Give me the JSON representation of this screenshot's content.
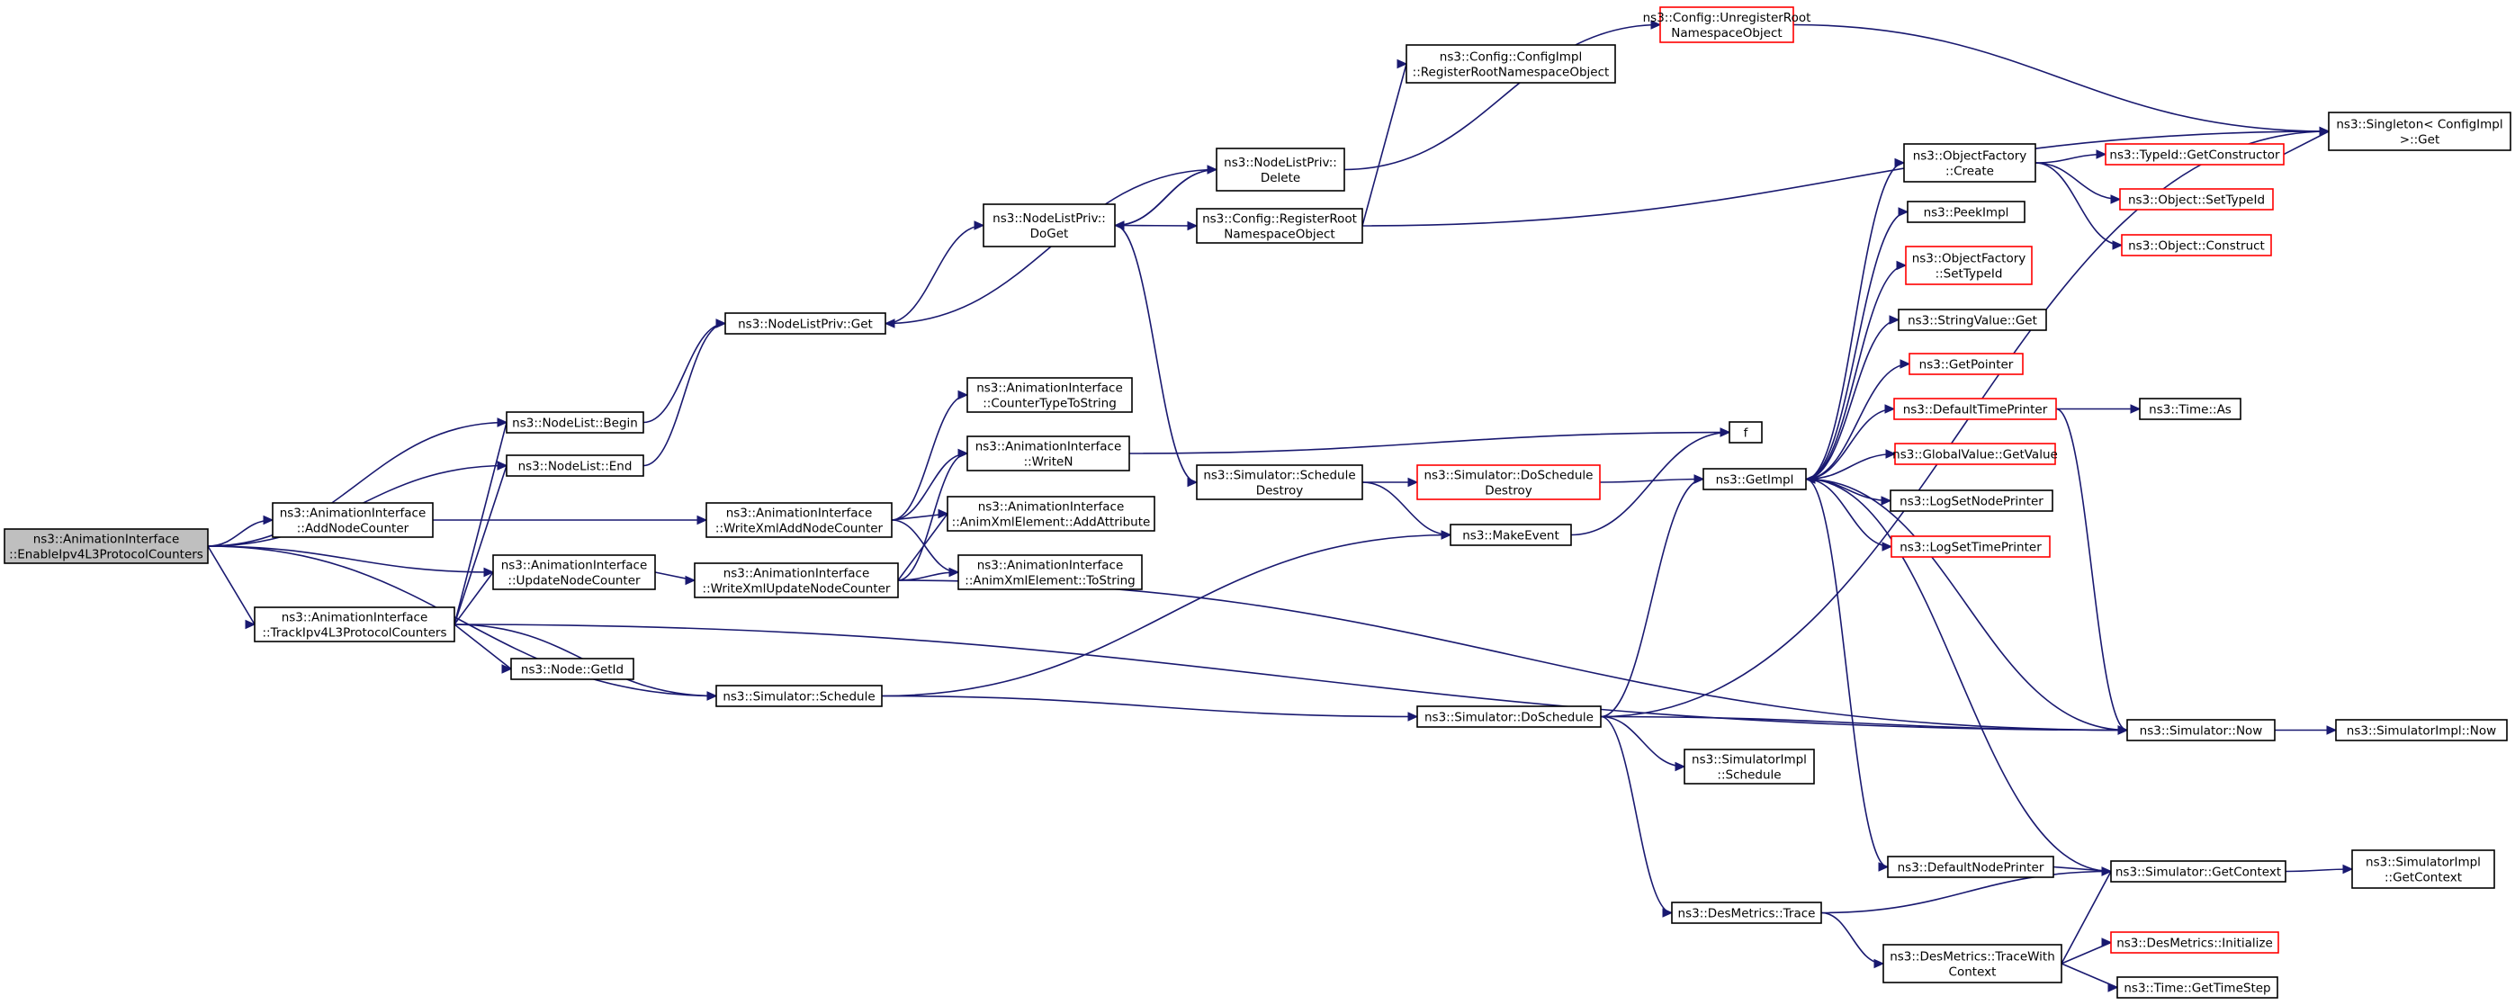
{
  "nodes": [
    {
      "id": "root",
      "lines": [
        "ns3::AnimationInterface",
        "::EnableIpv4L3ProtocolCounters"
      ],
      "style": "root"
    },
    {
      "id": "addNodeCounter",
      "lines": [
        "ns3::AnimationInterface",
        "::AddNodeCounter"
      ]
    },
    {
      "id": "nodeListBegin",
      "lines": [
        "ns3::NodeList::Begin"
      ]
    },
    {
      "id": "nodeListEnd",
      "lines": [
        "ns3::NodeList::End"
      ]
    },
    {
      "id": "updateNodeCounter",
      "lines": [
        "ns3::AnimationInterface",
        "::UpdateNodeCounter"
      ]
    },
    {
      "id": "trackIpv4",
      "lines": [
        "ns3::AnimationInterface",
        "::TrackIpv4L3ProtocolCounters"
      ]
    },
    {
      "id": "nodeGetId",
      "lines": [
        "ns3::Node::GetId"
      ]
    },
    {
      "id": "simSchedule",
      "lines": [
        "ns3::Simulator::Schedule"
      ]
    },
    {
      "id": "writeXmlAdd",
      "lines": [
        "ns3::AnimationInterface",
        "::WriteXmlAddNodeCounter"
      ]
    },
    {
      "id": "writeXmlUpdate",
      "lines": [
        "ns3::AnimationInterface",
        "::WriteXmlUpdateNodeCounter"
      ]
    },
    {
      "id": "nodeListPrivGet",
      "lines": [
        "ns3::NodeListPriv::Get"
      ]
    },
    {
      "id": "counterTypeToString",
      "lines": [
        "ns3::AnimationInterface",
        "::CounterTypeToString"
      ]
    },
    {
      "id": "writeN",
      "lines": [
        "ns3::AnimationInterface",
        "::WriteN"
      ]
    },
    {
      "id": "addAttribute",
      "lines": [
        "ns3::AnimationInterface",
        "::AnimXmlElement::AddAttribute"
      ]
    },
    {
      "id": "toString",
      "lines": [
        "ns3::AnimationInterface",
        "::AnimXmlElement::ToString"
      ]
    },
    {
      "id": "nodeListPrivDoGet",
      "lines": [
        "ns3::NodeListPriv::",
        "DoGet"
      ]
    },
    {
      "id": "nodeListPrivDelete",
      "lines": [
        "ns3::NodeListPriv::",
        "Delete"
      ]
    },
    {
      "id": "configRegister",
      "lines": [
        "ns3::Config::RegisterRoot",
        "NamespaceObject"
      ]
    },
    {
      "id": "configImplRegister",
      "lines": [
        "ns3::Config::ConfigImpl",
        "::RegisterRootNamespaceObject"
      ]
    },
    {
      "id": "configUnregister",
      "lines": [
        "ns3::Config::UnregisterRoot",
        "NamespaceObject"
      ],
      "style": "trunc"
    },
    {
      "id": "simScheduleDestroy",
      "lines": [
        "ns3::Simulator::Schedule",
        "Destroy"
      ]
    },
    {
      "id": "simDoScheduleDestroy",
      "lines": [
        "ns3::Simulator::DoSchedule",
        "Destroy"
      ],
      "style": "trunc"
    },
    {
      "id": "makeEvent",
      "lines": [
        "ns3::MakeEvent"
      ]
    },
    {
      "id": "f",
      "lines": [
        "f"
      ]
    },
    {
      "id": "getImpl",
      "lines": [
        "ns3::GetImpl"
      ]
    },
    {
      "id": "simDoSchedule",
      "lines": [
        "ns3::Simulator::DoSchedule"
      ]
    },
    {
      "id": "simImplSchedule",
      "lines": [
        "ns3::SimulatorImpl",
        "::Schedule"
      ]
    },
    {
      "id": "desTrace",
      "lines": [
        "ns3::DesMetrics::Trace"
      ]
    },
    {
      "id": "objFactoryCreate",
      "lines": [
        "ns3::ObjectFactory",
        "::Create"
      ]
    },
    {
      "id": "peekImpl",
      "lines": [
        "ns3::PeekImpl"
      ]
    },
    {
      "id": "objFactorySetTypeId",
      "lines": [
        "ns3::ObjectFactory",
        "::SetTypeId"
      ],
      "style": "trunc"
    },
    {
      "id": "stringValueGet",
      "lines": [
        "ns3::StringValue::Get"
      ]
    },
    {
      "id": "getPointer",
      "lines": [
        "ns3::GetPointer"
      ],
      "style": "trunc"
    },
    {
      "id": "defaultTimePrinter",
      "lines": [
        "ns3::DefaultTimePrinter"
      ],
      "style": "trunc"
    },
    {
      "id": "globalValueGetValue",
      "lines": [
        "ns3::GlobalValue::GetValue"
      ],
      "style": "trunc"
    },
    {
      "id": "logSetNodePrinter",
      "lines": [
        "ns3::LogSetNodePrinter"
      ]
    },
    {
      "id": "logSetTimePrinter",
      "lines": [
        "ns3::LogSetTimePrinter"
      ],
      "style": "trunc"
    },
    {
      "id": "defaultNodePrinter",
      "lines": [
        "ns3::DefaultNodePrinter"
      ]
    },
    {
      "id": "desTraceWithContext",
      "lines": [
        "ns3::DesMetrics::TraceWith",
        "Context"
      ]
    },
    {
      "id": "typeIdGetConstructor",
      "lines": [
        "ns3::TypeId::GetConstructor"
      ],
      "style": "trunc"
    },
    {
      "id": "objectSetTypeId",
      "lines": [
        "ns3::Object::SetTypeId"
      ],
      "style": "trunc"
    },
    {
      "id": "objectConstruct",
      "lines": [
        "ns3::Object::Construct"
      ],
      "style": "trunc"
    },
    {
      "id": "timeAs",
      "lines": [
        "ns3::Time::As"
      ]
    },
    {
      "id": "singletonGet",
      "lines": [
        "ns3::Singleton< ConfigImpl",
        " >::Get"
      ]
    },
    {
      "id": "simNow",
      "lines": [
        "ns3::Simulator::Now"
      ]
    },
    {
      "id": "simImplNow",
      "lines": [
        "ns3::SimulatorImpl::Now"
      ]
    },
    {
      "id": "simGetContext",
      "lines": [
        "ns3::Simulator::GetContext"
      ]
    },
    {
      "id": "simImplGetContext",
      "lines": [
        "ns3::SimulatorImpl",
        "::GetContext"
      ]
    },
    {
      "id": "desInitialize",
      "lines": [
        "ns3::DesMetrics::Initialize"
      ],
      "style": "trunc"
    },
    {
      "id": "timeGetTimeStep",
      "lines": [
        "ns3::Time::GetTimeStep"
      ]
    }
  ],
  "edges": [
    [
      "root",
      "nodeListBegin"
    ],
    [
      "root",
      "nodeListEnd"
    ],
    [
      "root",
      "addNodeCounter"
    ],
    [
      "root",
      "updateNodeCounter"
    ],
    [
      "root",
      "trackIpv4"
    ],
    [
      "root",
      "simSchedule"
    ],
    [
      "addNodeCounter",
      "writeXmlAdd"
    ],
    [
      "nodeListBegin",
      "nodeListPrivGet"
    ],
    [
      "nodeListEnd",
      "nodeListPrivGet"
    ],
    [
      "trackIpv4",
      "nodeListBegin"
    ],
    [
      "trackIpv4",
      "nodeListEnd"
    ],
    [
      "trackIpv4",
      "updateNodeCounter"
    ],
    [
      "trackIpv4",
      "nodeGetId"
    ],
    [
      "trackIpv4",
      "simSchedule"
    ],
    [
      "trackIpv4",
      "simNow"
    ],
    [
      "updateNodeCounter",
      "writeXmlUpdate"
    ],
    [
      "writeXmlAdd",
      "counterTypeToString"
    ],
    [
      "writeXmlAdd",
      "writeN"
    ],
    [
      "writeXmlAdd",
      "addAttribute"
    ],
    [
      "writeXmlAdd",
      "toString"
    ],
    [
      "writeXmlUpdate",
      "writeN"
    ],
    [
      "writeXmlUpdate",
      "addAttribute"
    ],
    [
      "writeXmlUpdate",
      "toString"
    ],
    [
      "writeXmlUpdate",
      "simNow"
    ],
    [
      "writeN",
      "f"
    ],
    [
      "nodeListPrivGet",
      "nodeListPrivDoGet"
    ],
    [
      "nodeListPrivDoGet",
      "nodeListPrivDelete"
    ],
    [
      "nodeListPrivDoGet",
      "configRegister"
    ],
    [
      "nodeListPrivDoGet",
      "simScheduleDestroy"
    ],
    [
      "nodeListPrivDelete",
      "nodeListPrivGet"
    ],
    [
      "nodeListPrivDelete",
      "nodeListPrivDoGet"
    ],
    [
      "nodeListPrivDelete",
      "configUnregister"
    ],
    [
      "configRegister",
      "configImplRegister"
    ],
    [
      "configRegister",
      "singletonGet"
    ],
    [
      "configUnregister",
      "singletonGet"
    ],
    [
      "simSchedule",
      "makeEvent"
    ],
    [
      "simSchedule",
      "simDoSchedule"
    ],
    [
      "simScheduleDestroy",
      "simDoScheduleDestroy"
    ],
    [
      "simScheduleDestroy",
      "makeEvent"
    ],
    [
      "simDoScheduleDestroy",
      "getImpl"
    ],
    [
      "makeEvent",
      "f"
    ],
    [
      "simDoSchedule",
      "getImpl"
    ],
    [
      "simDoSchedule",
      "singletonGet"
    ],
    [
      "simDoSchedule",
      "simNow"
    ],
    [
      "simDoSchedule",
      "simImplSchedule"
    ],
    [
      "simDoSchedule",
      "desTrace"
    ],
    [
      "getImpl",
      "objFactoryCreate"
    ],
    [
      "getImpl",
      "peekImpl"
    ],
    [
      "getImpl",
      "objFactorySetTypeId"
    ],
    [
      "getImpl",
      "stringValueGet"
    ],
    [
      "getImpl",
      "getPointer"
    ],
    [
      "getImpl",
      "defaultTimePrinter"
    ],
    [
      "getImpl",
      "globalValueGetValue"
    ],
    [
      "getImpl",
      "logSetNodePrinter"
    ],
    [
      "getImpl",
      "logSetTimePrinter"
    ],
    [
      "getImpl",
      "defaultNodePrinter"
    ],
    [
      "objFactoryCreate",
      "typeIdGetConstructor"
    ],
    [
      "objFactoryCreate",
      "objectSetTypeId"
    ],
    [
      "objFactoryCreate",
      "objectConstruct"
    ],
    [
      "typeIdGetConstructor",
      "singletonGet"
    ],
    [
      "defaultTimePrinter",
      "timeAs"
    ],
    [
      "defaultTimePrinter",
      "simNow"
    ],
    [
      "defaultNodePrinter",
      "simGetContext"
    ],
    [
      "simNow",
      "getImpl"
    ],
    [
      "simNow",
      "simImplNow"
    ],
    [
      "simGetContext",
      "getImpl"
    ],
    [
      "simGetContext",
      "simImplGetContext"
    ],
    [
      "desTrace",
      "simGetContext"
    ],
    [
      "desTrace",
      "desTraceWithContext"
    ],
    [
      "desTraceWithContext",
      "simGetContext"
    ],
    [
      "desTraceWithContext",
      "desInitialize"
    ],
    [
      "desTraceWithContext",
      "timeGetTimeStep"
    ]
  ],
  "colors": {
    "edge": "#191970",
    "root_fill": "#bfbfbf",
    "truncated_border": "#ff0000",
    "node_border": "#000000"
  }
}
